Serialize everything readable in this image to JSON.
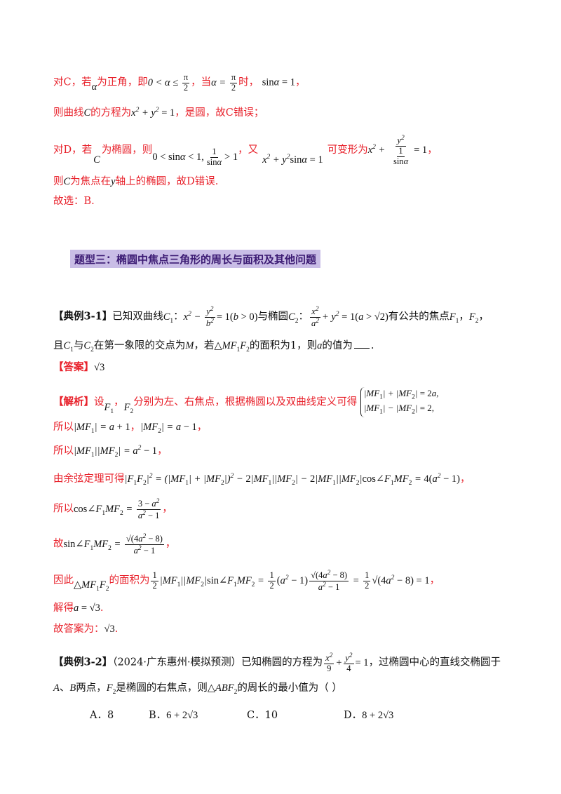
{
  "p1": {
    "a": "对C，若",
    "b": "为正角，即",
    "c": "，当",
    "d": "时，",
    "e": "，"
  },
  "p2": {
    "a": "则曲线",
    "b": "的方程为",
    "c": "，是圆，故C错误；"
  },
  "p3": {
    "a": "对D，若",
    "b": "为椭圆，则",
    "c": "，又",
    "d": "可变形为",
    "e": "，"
  },
  "p4": {
    "a": "则",
    "b": "为焦点在",
    "c": "轴上的椭圆，故D错误."
  },
  "p5": "故选：B.",
  "heading": "题型三：椭圆中焦点三角形的周长与面积及其他问题",
  "ex31": {
    "tag": "【典例3-1】",
    "a": "已知双曲线",
    "b": "与椭圆",
    "c": "有公共的焦点",
    "d": "，",
    "line2a": "且",
    "line2b": "与",
    "line2c": "在第一象限的交点为",
    "line2d": "，若",
    "line2e": "的面积为1，则",
    "line2f": "的值为",
    "line2g": "."
  },
  "answer": {
    "tag": "【答案】"
  },
  "analysis": {
    "tag": "【解析】",
    "a": "设",
    "b": "分别为左、右焦点，根据椭圆以及双曲线定义可得",
    "l2": "所以",
    "l3": "所以",
    "l4": "由余弦定理可得",
    "l5": "所以",
    "l6": "故",
    "l7a": "因此",
    "l7b": "的面积为",
    "l8": "解得",
    "l9": "故答案为："
  },
  "ex32": {
    "tag": "【典例3-2】",
    "a": "（2024·广东惠州·模拟预测）已知椭圆的方程为",
    "b": "，过椭圆中心的直线交椭圆于",
    "line2a": "两点，",
    "line2b": "是椭圆的右焦点，则",
    "line2c": "的周长的最小值为（    ）"
  },
  "choices": [
    {
      "label": "A．8"
    },
    {
      "label": "B．"
    },
    {
      "label": "C．10"
    },
    {
      "label": "D．"
    }
  ]
}
